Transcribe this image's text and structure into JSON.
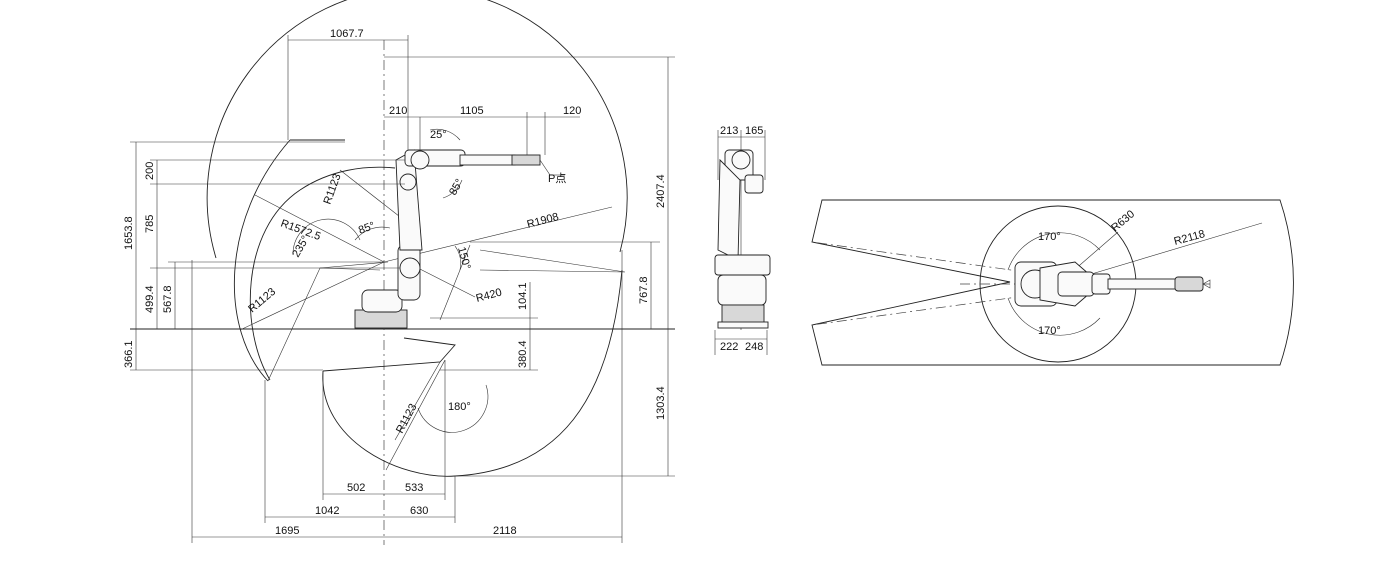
{
  "side_view": {
    "top_1067": "1067.7",
    "top_210": "210",
    "top_1105": "1105",
    "top_120": "120",
    "angle_25": "25°",
    "angle_85a": "85°",
    "angle_85b": "85°",
    "angle_235": "235°",
    "angle_150": "150°",
    "angle_180": "180°",
    "p_point": "P点",
    "r1123_top": "R1123",
    "r1572": "R1572.5",
    "r1908": "R1908",
    "r420": "R420",
    "r1123_left": "R1123",
    "r1123_bottom": "R1123",
    "left_1653": "1653.8",
    "left_200": "200",
    "left_785": "785",
    "left_567": "567.8",
    "left_499": "499.4",
    "left_366": "366.1",
    "right_2407": "2407.4",
    "right_767": "767.8",
    "right_104": "104.1",
    "right_380": "380.4",
    "right_1303": "1303.4",
    "bottom_502": "502",
    "bottom_533": "533",
    "bottom_1042": "1042",
    "bottom_630": "630",
    "bottom_1695": "1695",
    "bottom_2118": "2118"
  },
  "front_view": {
    "top_213": "213",
    "top_165": "165",
    "bottom_222": "222",
    "bottom_248": "248"
  },
  "top_view": {
    "angle_170_top": "170°",
    "angle_170_bottom": "170°",
    "r630": "R630",
    "r2118": "R2118"
  }
}
